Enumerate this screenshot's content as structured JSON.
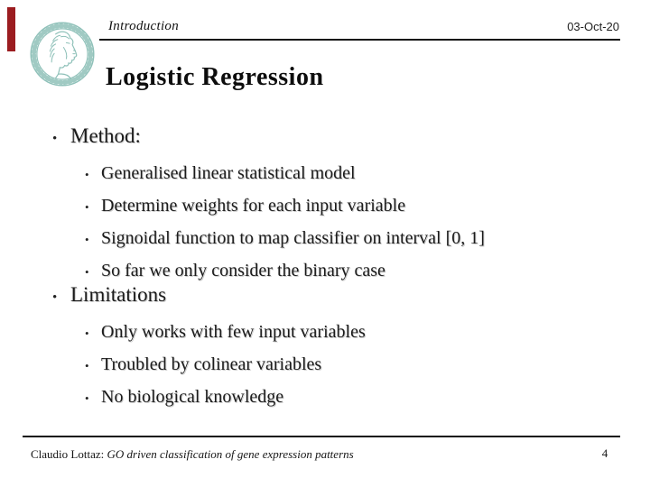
{
  "colors": {
    "accent_red_bar": "#9b1c20",
    "logo_teal": "#8fc1b9",
    "text": "#1b1b1b"
  },
  "header": {
    "section": "Introduction",
    "date": "03-Oct-20"
  },
  "slide": {
    "title": "Logistic Regression"
  },
  "content": {
    "bullet_char": "•",
    "items": [
      {
        "label": "Method:",
        "subs": [
          "Generalised linear statistical model",
          "Determine weights for each input variable",
          "Signoidal function to map classifier on interval [0, 1]",
          "So far we only consider the binary case"
        ]
      },
      {
        "label": "Limitations",
        "subs": [
          "Only works with few input variables",
          "Troubled by colinear variables",
          "No biological knowledge"
        ]
      }
    ]
  },
  "footer": {
    "author_label": "Claudio Lottaz:",
    "deck_title": "GO driven classification of gene expression patterns",
    "page_number": "4"
  }
}
